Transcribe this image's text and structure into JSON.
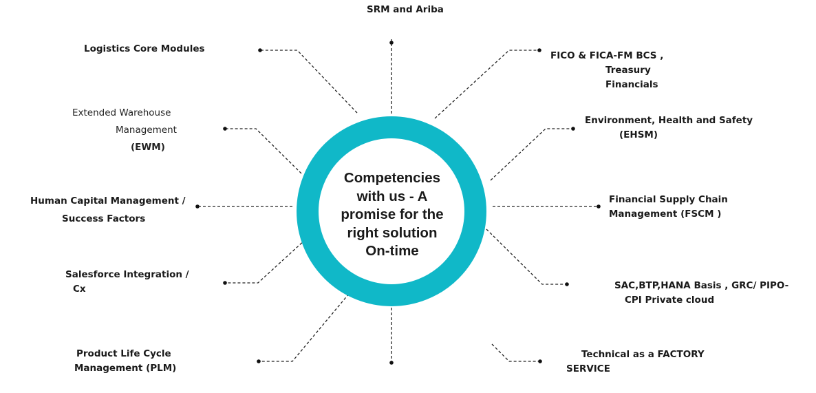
{
  "colors": {
    "ring": "#10B8C8",
    "text": "#1a1a1a",
    "line": "#222222"
  },
  "center": {
    "lines": [
      "Competencies",
      "with us  - A",
      "promise for the",
      "right  solution",
      "On-time"
    ]
  },
  "competencies": [
    {
      "id": "srm",
      "lines": [
        "SRM and Ariba"
      ]
    },
    {
      "id": "fico",
      "lines": [
        "FICO & FICA-FM BCS ,",
        "Treasury",
        "Financials"
      ]
    },
    {
      "id": "ehsm",
      "lines": [
        "Environment, Health and  Safety",
        "(EHSM)"
      ]
    },
    {
      "id": "fscm",
      "lines": [
        "Financial Supply Chain",
        "Management (FSCM )"
      ]
    },
    {
      "id": "sac",
      "lines": [
        "SAC,BTP,HANA Basis , GRC/ PIPO-",
        "CPI Private cloud"
      ]
    },
    {
      "id": "technical",
      "lines": [
        "Technical   as a  FACTORY",
        "SERVICE"
      ]
    },
    {
      "id": "plm",
      "lines": [
        "Product Life Cycle",
        "Management (PLM)"
      ]
    },
    {
      "id": "salesforce",
      "lines": [
        "Salesforce Integration /",
        "Cx"
      ]
    },
    {
      "id": "hcm",
      "lines": [
        "Human Capital Management /",
        "Success Factors"
      ]
    },
    {
      "id": "ewm",
      "lines": [
        "Extended Warehouse",
        "Management",
        "(EWM)"
      ]
    },
    {
      "id": "logistics",
      "lines": [
        "Logistics Core Modules"
      ]
    }
  ]
}
